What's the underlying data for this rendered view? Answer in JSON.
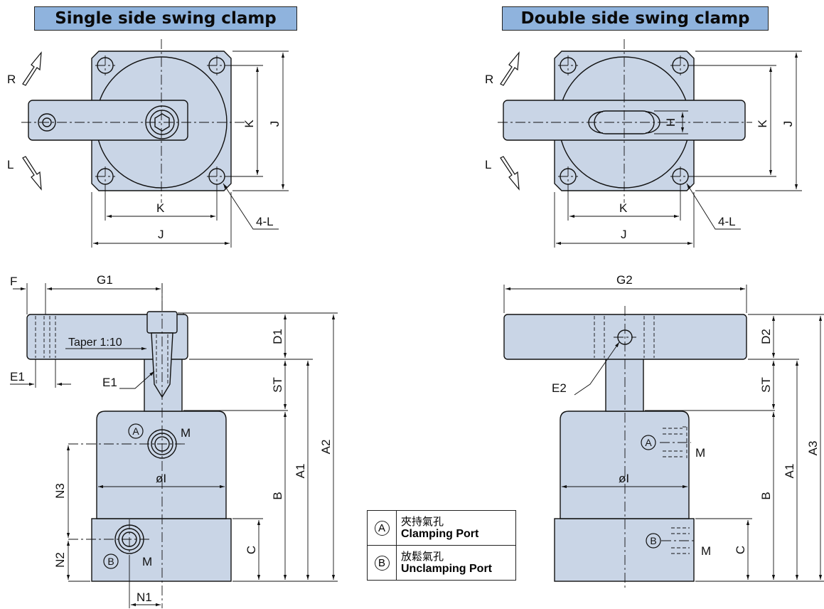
{
  "titles": {
    "single": "Single side swing clamp",
    "double": "Double side swing clamp"
  },
  "labels": {
    "rotate_right": "R",
    "rotate_left": "L",
    "dim_j": "J",
    "dim_k": "K",
    "dim_h": "H",
    "mount_holes": "4-L",
    "dim_f": "F",
    "dim_g1": "G1",
    "dim_g2": "G2",
    "taper": "Taper 1:10",
    "dim_e1": "E1",
    "dim_e2": "E2",
    "dim_d1": "D1",
    "dim_d2": "D2",
    "dim_st": "ST",
    "dim_a1": "A1",
    "dim_a2": "A2",
    "dim_a3": "A3",
    "dim_b": "B",
    "dim_c": "C",
    "dim_n1": "N1",
    "dim_n2": "N2",
    "dim_n3": "N3",
    "dim_phi_i": "øI",
    "port_a": "A",
    "port_b": "B",
    "port_thread": "M"
  },
  "legend": [
    {
      "symbol": "A",
      "zh": "夾持氣孔",
      "en": "Clamping Port"
    },
    {
      "symbol": "B",
      "zh": "放鬆氣孔",
      "en": "Unclamping Port"
    }
  ],
  "colors": {
    "part_fill": "#c9d5e6",
    "title_fill": "#8fb3dd",
    "line": "#111111"
  }
}
